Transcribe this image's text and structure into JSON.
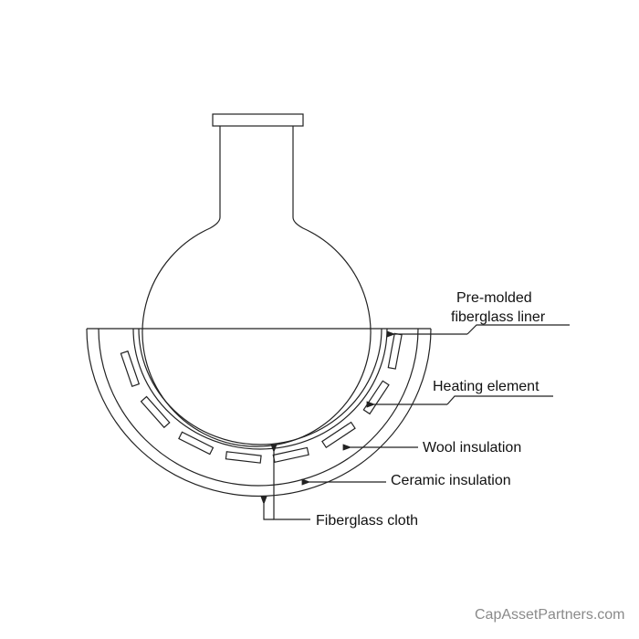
{
  "diagram": {
    "title_hidden": null,
    "labels": {
      "liner_line1": "Pre-molded",
      "liner_line2": "fiberglass liner",
      "heating": "Heating element",
      "wool": "Wool insulation",
      "ceramic": "Ceramic insulation",
      "cloth": "Fiberglass cloth"
    },
    "watermark": "CapAssetPartners.com",
    "colors": {
      "line": "#222222",
      "text": "#111111",
      "watermark": "#8a8a8a"
    }
  }
}
